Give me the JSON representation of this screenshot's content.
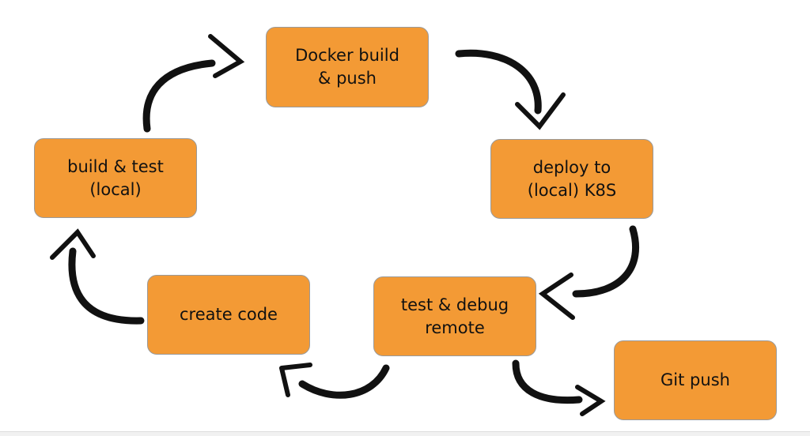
{
  "diagram": {
    "type": "cycle-flow",
    "colors": {
      "box_fill": "#f39a35",
      "box_border": "#9a9a9a",
      "arrow": "#111111",
      "background": "#ffffff"
    },
    "nodes": {
      "docker_build": {
        "line1": "Docker build",
        "line2": "& push"
      },
      "deploy": {
        "line1": "deploy to",
        "line2": "(local) K8S"
      },
      "test_debug": {
        "line1": "test & debug",
        "line2": "remote"
      },
      "create_code": {
        "line1": "create code"
      },
      "build_test": {
        "line1": "build & test",
        "line2": "(local)"
      },
      "git_push": {
        "line1": "Git push"
      }
    },
    "edges": [
      {
        "from": "build_test",
        "to": "docker_build"
      },
      {
        "from": "docker_build",
        "to": "deploy"
      },
      {
        "from": "deploy",
        "to": "test_debug"
      },
      {
        "from": "test_debug",
        "to": "create_code"
      },
      {
        "from": "create_code",
        "to": "build_test"
      },
      {
        "from": "test_debug",
        "to": "git_push"
      }
    ]
  }
}
